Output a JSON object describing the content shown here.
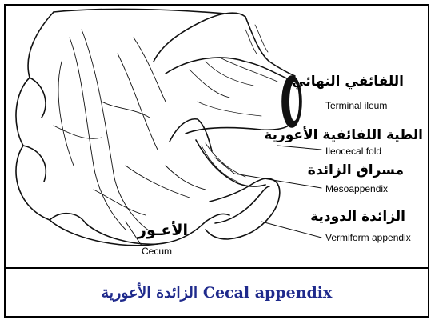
{
  "labels": {
    "terminal_ileum": {
      "ar": "اللفائفي النهائي",
      "en": "Terminal ileum"
    },
    "ileocecal_fold": {
      "ar": "الطية اللفائفية الأعورية",
      "en": "Ileocecal fold"
    },
    "mesoappendix": {
      "ar": "مسراق الزائدة",
      "en": "Mesoappendix"
    },
    "vermiform_appendix": {
      "ar": "الزائدة الدودية",
      "en": "Vermiform appendix"
    },
    "cecum": {
      "ar": "الأعـور",
      "en": "Cecum"
    }
  },
  "caption": {
    "text": "الزائدة الأعورية Cecal appendix",
    "color": "#1f2a8c"
  }
}
